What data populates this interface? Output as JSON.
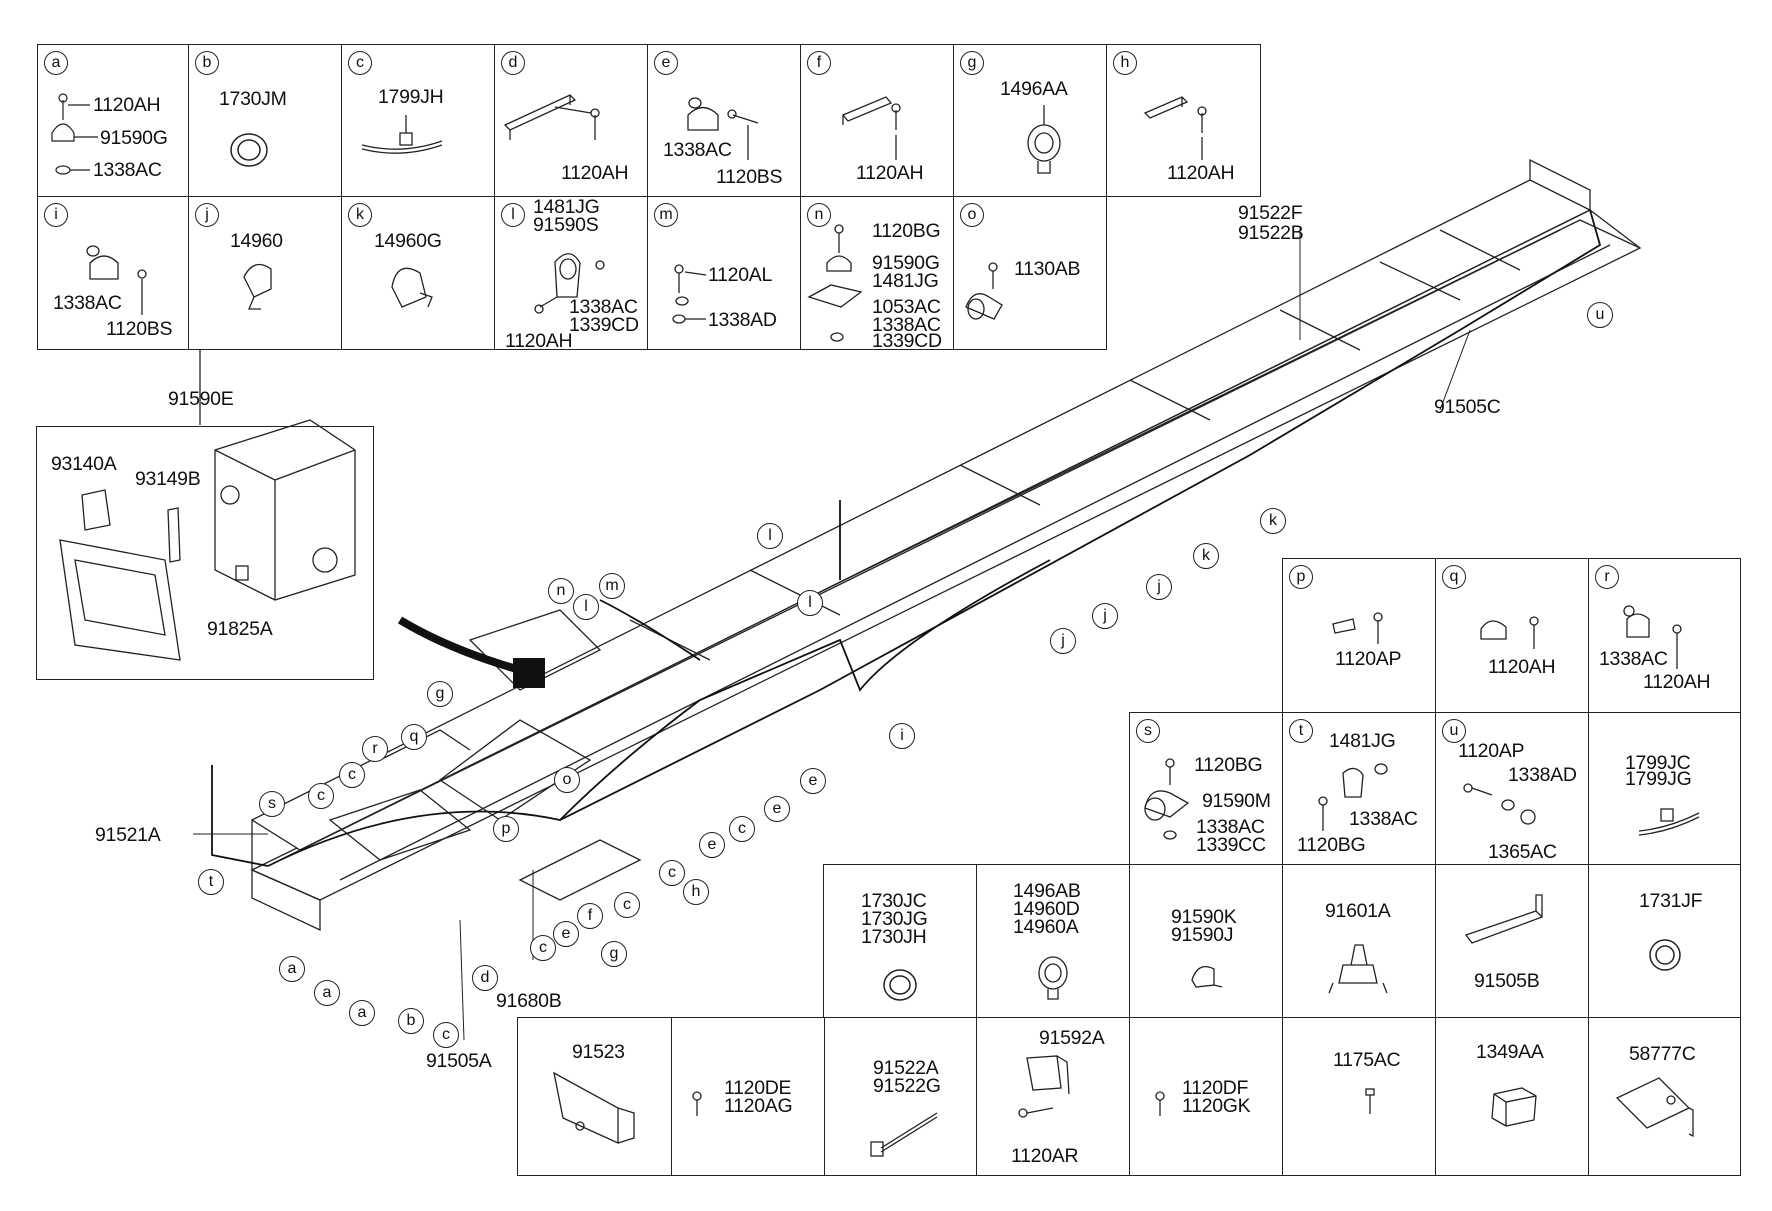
{
  "top_cells": [
    {
      "letter": "a",
      "parts": [
        "1120AH",
        "91590G",
        "1338AC"
      ]
    },
    {
      "letter": "b",
      "parts": [
        "1730JM"
      ]
    },
    {
      "letter": "c",
      "parts": [
        "1799JH"
      ]
    },
    {
      "letter": "d",
      "parts": [
        "1120AH"
      ]
    },
    {
      "letter": "e",
      "parts": [
        "1338AC",
        "1120BS"
      ]
    },
    {
      "letter": "f",
      "parts": [
        "1120AH"
      ]
    },
    {
      "letter": "g",
      "parts": [
        "1496AA"
      ]
    },
    {
      "letter": "h",
      "parts": [
        "1120AH"
      ]
    },
    {
      "letter": "i",
      "parts": [
        "1338AC",
        "1120BS"
      ]
    },
    {
      "letter": "j",
      "parts": [
        "14960"
      ]
    },
    {
      "letter": "k",
      "parts": [
        "14960G"
      ]
    },
    {
      "letter": "l",
      "parts": [
        "1481JG",
        "91590S",
        "1338AC",
        "1339CD",
        "1120AH"
      ]
    },
    {
      "letter": "m",
      "parts": [
        "1120AL",
        "1338AD"
      ]
    },
    {
      "letter": "n",
      "parts": [
        "1120BG",
        "91590G",
        "1481JG",
        "1053AC",
        "1338AC",
        "1339CD"
      ]
    },
    {
      "letter": "o",
      "parts": [
        "1130AB"
      ]
    }
  ],
  "box_91590E": {
    "title": "91590E",
    "parts": [
      "93140A",
      "93149B",
      "91825A"
    ]
  },
  "right_cells": [
    {
      "letter": "p",
      "parts": [
        "1120AP"
      ]
    },
    {
      "letter": "q",
      "parts": [
        "1120AH"
      ]
    },
    {
      "letter": "r",
      "parts": [
        "1338AC",
        "1120AH"
      ]
    },
    {
      "letter": "s",
      "parts": [
        "1120BG",
        "91590M",
        "1338AC",
        "1339CC"
      ]
    },
    {
      "letter": "t",
      "parts": [
        "1481JG",
        "1338AC",
        "1120BG"
      ]
    },
    {
      "letter": "u",
      "parts": [
        "1120AP",
        "1338AD",
        "1365AC"
      ]
    },
    {
      "letter": "",
      "parts": [
        "1799JC",
        "1799JG"
      ]
    }
  ],
  "bottom_cells_row1": [
    {
      "parts": [
        "1730JC",
        "1730JG",
        "1730JH"
      ]
    },
    {
      "parts": [
        "1496AB",
        "14960D",
        "14960A"
      ]
    },
    {
      "parts": [
        "91590K",
        "91590J"
      ]
    },
    {
      "parts": [
        "91601A"
      ]
    },
    {
      "parts": [
        "91505B"
      ]
    },
    {
      "parts": [
        "1731JF"
      ]
    }
  ],
  "bottom_cells_row2": [
    {
      "parts": [
        "91523"
      ]
    },
    {
      "parts": [
        "1120DE",
        "1120AG"
      ]
    },
    {
      "parts": [
        "91522A",
        "91522G"
      ]
    },
    {
      "parts": [
        "91592A",
        "1120AR"
      ]
    },
    {
      "parts": [
        "1120DF",
        "1120GK"
      ]
    },
    {
      "parts": [
        "1175AC"
      ]
    },
    {
      "parts": [
        "1349AA"
      ]
    },
    {
      "parts": [
        "58777C"
      ]
    }
  ],
  "main_labels": {
    "frame_harness_rear": "91505C",
    "connector_pair": [
      "91522F",
      "91522B"
    ],
    "harness_front": "91521A",
    "harness_main": "91505A",
    "bracket": "91680B"
  },
  "frame_callouts": [
    "u",
    "k",
    "k",
    "j",
    "j",
    "j",
    "i",
    "l",
    "l",
    "m",
    "n",
    "l",
    "o",
    "g",
    "q",
    "r",
    "p",
    "s",
    "t",
    "c",
    "c",
    "h",
    "e",
    "e",
    "c",
    "e",
    "c",
    "c",
    "e",
    "f",
    "g",
    "c",
    "a",
    "a",
    "a",
    "b",
    "c",
    "d"
  ]
}
